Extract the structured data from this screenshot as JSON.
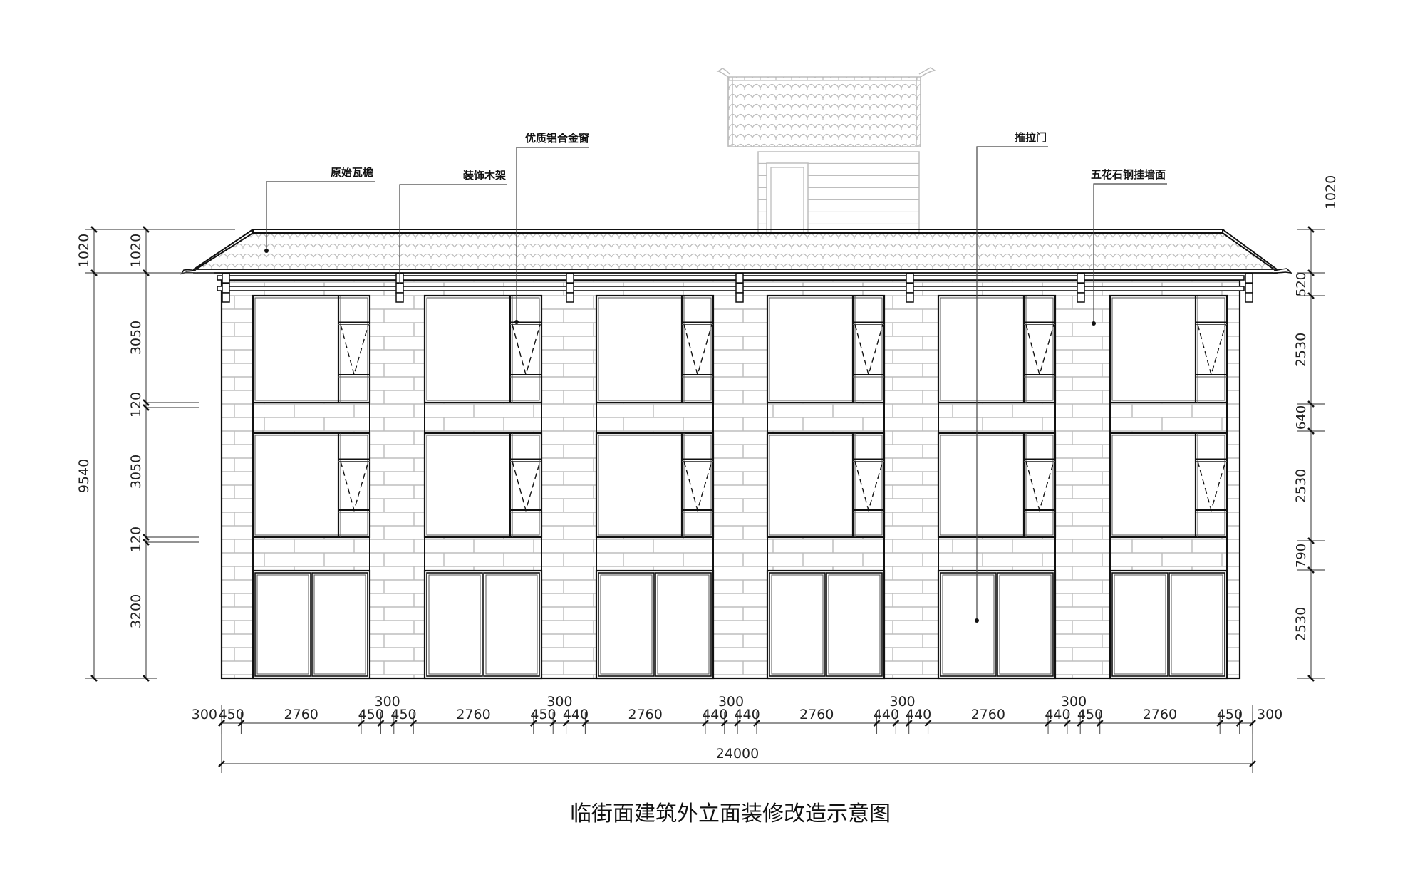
{
  "title": "临街面建筑外立面装修改造示意图",
  "colors": {
    "line": "#111111",
    "brick": "#b9b9b9",
    "tile": "#bdbdbd",
    "dim": "#555555",
    "background": "#ffffff"
  },
  "annotations": [
    {
      "id": "original-tile-eave",
      "text": "原始瓦檐"
    },
    {
      "id": "decorative-wood-frame",
      "text": "装饰木架"
    },
    {
      "id": "aluminum-window",
      "text": "优质铝合金窗"
    },
    {
      "id": "sliding-door",
      "text": "推拉门"
    },
    {
      "id": "stone-cladding",
      "text": "五花石钢挂墙面"
    }
  ],
  "bays": 6,
  "floors": 3,
  "dimensions": {
    "left_outer": [
      {
        "value": "1020"
      },
      {
        "value": "9540"
      }
    ],
    "left_inner": [
      {
        "value": "1020"
      },
      {
        "value": "3050"
      },
      {
        "value": "120"
      },
      {
        "value": "3050"
      },
      {
        "value": "120"
      },
      {
        "value": "3200"
      }
    ],
    "right_top": "1020",
    "right": [
      {
        "value": "520"
      },
      {
        "value": "2530"
      },
      {
        "value": "640"
      },
      {
        "value": "2530"
      },
      {
        "value": "790"
      },
      {
        "value": "2530"
      }
    ],
    "bottom_chain": [
      {
        "value": "300"
      },
      {
        "value": "450"
      },
      {
        "value": "2760"
      },
      {
        "value": "450"
      },
      {
        "value": "300"
      },
      {
        "value": "450"
      },
      {
        "value": "2760"
      },
      {
        "value": "450"
      },
      {
        "value": "300"
      },
      {
        "value": "440"
      },
      {
        "value": "2760"
      },
      {
        "value": "440"
      },
      {
        "value": "300"
      },
      {
        "value": "440"
      },
      {
        "value": "2760"
      },
      {
        "value": "440"
      },
      {
        "value": "300"
      },
      {
        "value": "440"
      },
      {
        "value": "2760"
      },
      {
        "value": "440"
      },
      {
        "value": "300"
      },
      {
        "value": "450"
      },
      {
        "value": "2760"
      },
      {
        "value": "450"
      },
      {
        "value": "300"
      }
    ],
    "total": "24000"
  }
}
